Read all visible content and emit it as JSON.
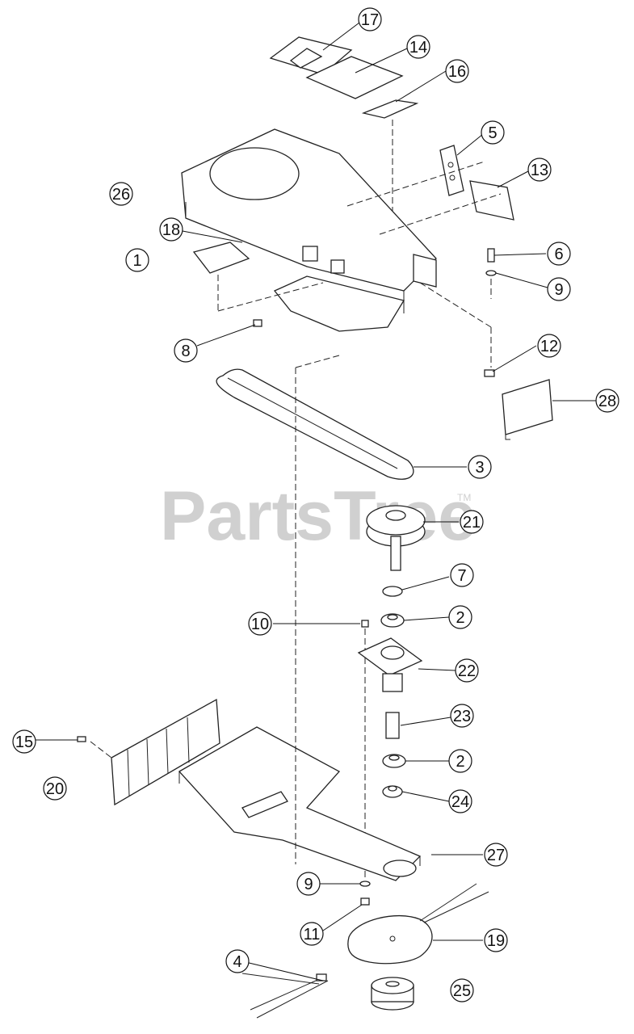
{
  "watermark": {
    "text": "PartsTree",
    "trademark": "TM"
  },
  "callouts": [
    {
      "label": "17"
    },
    {
      "label": "14"
    },
    {
      "label": "16"
    },
    {
      "label": "5"
    },
    {
      "label": "13"
    },
    {
      "label": "26"
    },
    {
      "label": "18"
    },
    {
      "label": "1"
    },
    {
      "label": "6"
    },
    {
      "label": "9"
    },
    {
      "label": "8"
    },
    {
      "label": "12"
    },
    {
      "label": "28"
    },
    {
      "label": "3"
    },
    {
      "label": "21"
    },
    {
      "label": "7"
    },
    {
      "label": "10"
    },
    {
      "label": "2"
    },
    {
      "label": "22"
    },
    {
      "label": "23"
    },
    {
      "label": "15"
    },
    {
      "label": "2"
    },
    {
      "label": "20"
    },
    {
      "label": "24"
    },
    {
      "label": "27"
    },
    {
      "label": "9"
    },
    {
      "label": "11"
    },
    {
      "label": "19"
    },
    {
      "label": "4"
    },
    {
      "label": "25"
    }
  ]
}
